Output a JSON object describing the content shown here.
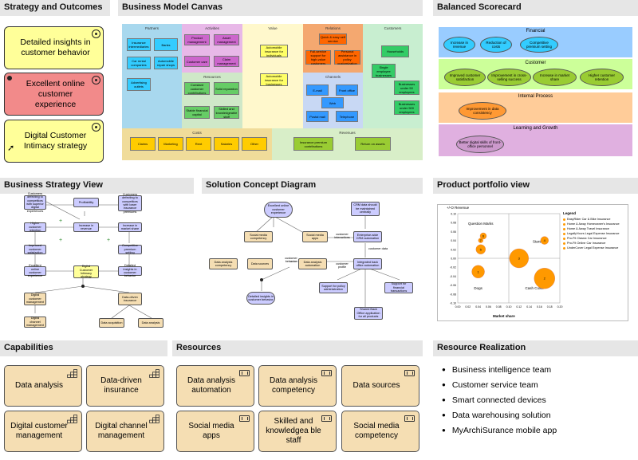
{
  "strategy": {
    "title": "Strategy and Outcomes",
    "cards": [
      {
        "label": "Detailed insights in customer behavior",
        "color": "#ffff99"
      },
      {
        "label": "Excellent online customer experience",
        "color": "#f28a8a"
      },
      {
        "label": "Digital Customer Intimacy strategy",
        "color": "#ffff99"
      }
    ]
  },
  "bmc": {
    "title": "Business Model Canvas",
    "columns": [
      "Partners",
      "Activities",
      "Value",
      "Relations",
      "Customers"
    ],
    "resources_label": "Resources",
    "channels_label": "Channels",
    "costs_label": "Costs",
    "revenues_label": "Revenues",
    "partners": [
      "Insurance intermediaries",
      "Banks",
      "Car rental companies",
      "Automobile repair shops",
      "Advertising outlets"
    ],
    "activities": [
      "Product management",
      "Asset management",
      "Customer care",
      "Claim management"
    ],
    "resources": [
      "Constant customer contributions",
      "Solid reputation",
      "Stable financial capital",
      "Skilled and knowledgeable staff"
    ],
    "value": [
      "Automobile insurance for individuals",
      "Automobile insurance for businesses"
    ],
    "relations": [
      "Quick & easy self service",
      "Full-service support for high-value customers",
      "Personal assistance in policy customization"
    ],
    "channels": [
      "E-mail",
      "Front office",
      "Web",
      "Postal mail",
      "Telephone"
    ],
    "customers": [
      "Households",
      "Single employee businesses",
      "Businesses under 50 employees",
      "Businesses under 500 employees"
    ],
    "costs": [
      "Claims",
      "Marketing",
      "Rent",
      "Salaries",
      "Other"
    ],
    "revenues": [
      "Insurance premium contributions",
      "Return on assets"
    ]
  },
  "bsc": {
    "title": "Balanced Scorecard",
    "bands": [
      {
        "label": "Financial",
        "color": "#99ccff",
        "items": [
          "Increase in revenue",
          "Reduction of costs",
          "Competitive premium setting"
        ],
        "item_color": "#33ccff"
      },
      {
        "label": "Customer",
        "color": "#ccff99",
        "items": [
          "Improved customer satisfaction",
          "Improvement in cross-selling success",
          "Increase in market share",
          "Higher customer retention"
        ],
        "item_color": "#99cc33"
      },
      {
        "label": "Internal Process",
        "color": "#ffcc99",
        "items": [
          "Improvement in data consistency"
        ],
        "item_color": "#ff9933"
      },
      {
        "label": "Learning and Growth",
        "color": "#e0b0e0",
        "items": [
          "Better digital skills of front-office personnel"
        ],
        "item_color": "#cc99cc"
      }
    ]
  },
  "bsv": {
    "title": "Business Strategy View",
    "nodes": [
      "Customers defecting to competitors with superior digital experiences",
      "Profitability",
      "Customers defecting to competitors with lower insurance premiums",
      "Higher customer retention",
      "Increase in revenue",
      "Increase in market share",
      "Improved customer satisfaction",
      "Competitive premium setting",
      "Excellent online customer experience",
      "Digital Customer Intimacy strategy",
      "Detailed insights in customer behavior",
      "Digital customer management",
      "Data-driven insurance",
      "Digital channel management",
      "Data acquisition",
      "Data analysis"
    ]
  },
  "scd": {
    "title": "Solution Concept Diagram",
    "nodes": [
      "Excellent online customer experience",
      "CRM data should be maintained centrally",
      "Social media competency",
      "Social media apps",
      "Enterprise-wide CRM automation",
      "Data analysis competency",
      "Data sources",
      "Data analysis automation",
      "Integrated back office automation",
      "Support for policy administration",
      "Support for financial transactions",
      "Detailed insights in customer behavior",
      "Shared Back Office application for all products"
    ],
    "edge_labels": [
      "customer interactions",
      "customer data",
      "customer behavior",
      "customer profile"
    ]
  },
  "portfolio": {
    "title": "Product portfolio view",
    "chart_data": {
      "type": "scatter",
      "ylabel": "+/-O Revenue",
      "xlabel": "Market share",
      "xlim": [
        0,
        0.2
      ],
      "ylim": [
        -0.1,
        0.1
      ],
      "x_ticks": [
        "0.00",
        "0.02",
        "0.04",
        "0.06",
        "0.08",
        "0.10",
        "0.12",
        "0.14",
        "0.16",
        "0.18",
        "0.20"
      ],
      "y_ticks": [
        "0.10",
        "0.08",
        "0.06",
        "0.04",
        "0.02",
        "0.00",
        "-0.02",
        "-0.04",
        "-0.06",
        "-0.08",
        "-0.10"
      ],
      "quadrants": [
        "Question Marks",
        "Stars",
        "Dogs",
        "Cash Cows"
      ],
      "legend_title": "Legend",
      "series": [
        {
          "name": "EasyRider Car & Bike Insurance",
          "x": 0.05,
          "y": 0.05,
          "label": "6"
        },
        {
          "name": "Home & Away Homeowner's Insurance",
          "x": 0.045,
          "y": 0.02,
          "label": "5"
        },
        {
          "name": "Home & Away Travel Insurance",
          "x": 0.17,
          "y": 0.04,
          "label": "4"
        },
        {
          "name": "LegallyYours Legal Expense Insurance",
          "x": 0.12,
          "y": 0.0,
          "label": "3"
        },
        {
          "name": "Pro-Fit Classic Car Insurance",
          "x": 0.17,
          "y": -0.045,
          "label": "2"
        },
        {
          "name": "Pro-Fit Online Car Insurance",
          "x": 0.04,
          "y": -0.03,
          "label": "1"
        },
        {
          "name": "UnderCover Legal Expense Insurance",
          "x": 0.045,
          "y": 0.04,
          "label": "7"
        }
      ],
      "color": "#ff9900"
    }
  },
  "capabilities": {
    "title": "Capabilities",
    "items": [
      "Data analysis",
      "Data-driven insurance",
      "Digital customer management",
      "Digital channel management"
    ]
  },
  "resources": {
    "title": "Resources",
    "items": [
      "Data analysis automation",
      "Data analysis competency",
      "Data sources",
      "Social media apps",
      "Skilled and knowledgea ble staff",
      "Social media competency"
    ]
  },
  "realization": {
    "title": "Resource Realization",
    "items": [
      "Business intelligence team",
      "Customer service team",
      "Smart connected devices",
      "Data warehousing solution",
      "MyArchiSurance mobile app"
    ]
  }
}
